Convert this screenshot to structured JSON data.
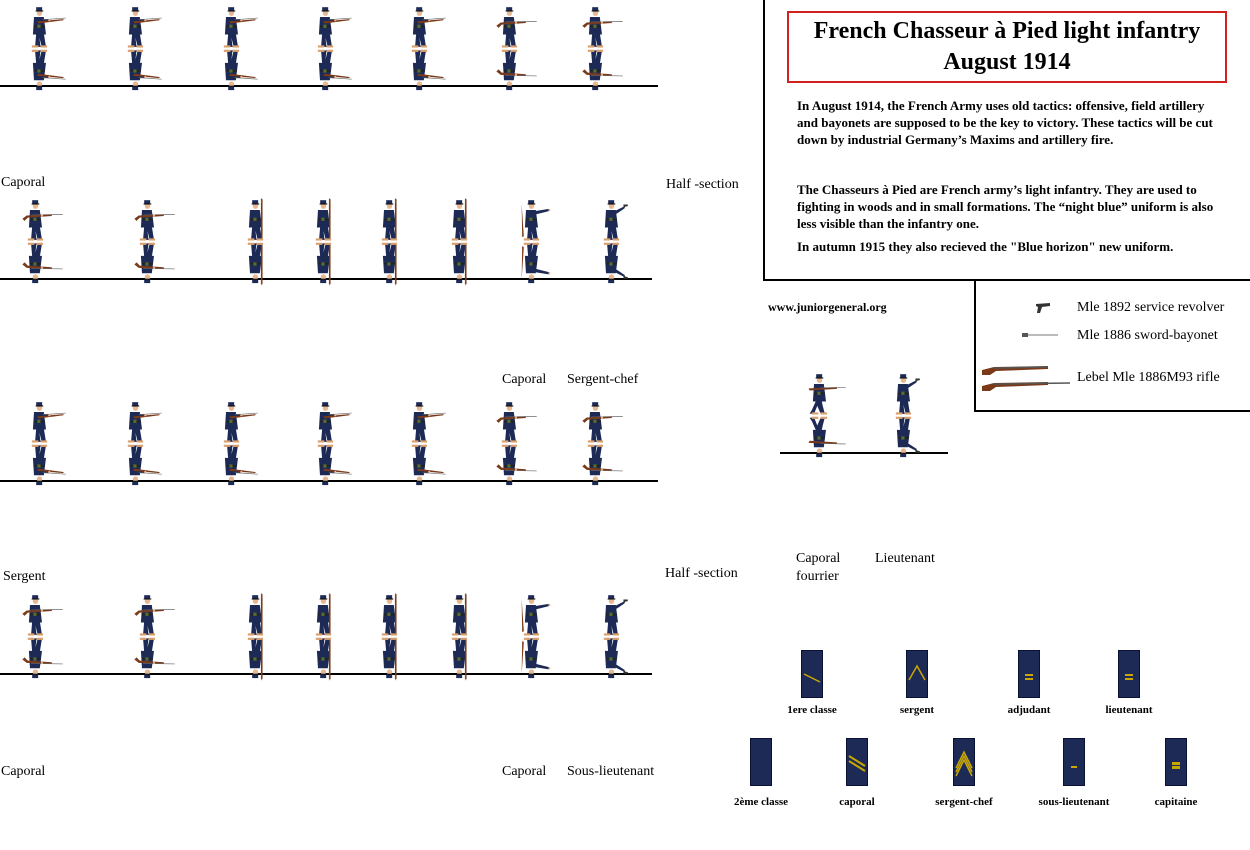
{
  "header": {
    "title_line1": "French Chasseur à Pied light infantry",
    "title_line2": "August 1914"
  },
  "paragraphs": {
    "p1": "In August 1914, the French Army uses old tactics: offensive, field artillery and bayonets are supposed to be the key to victory. These tactics will be cut down by industrial Germany’s Maxims and artillery fire.",
    "p2": "The Chasseurs à Pied are French army’s light infantry. They are used to fighting in woods and in small formations. The “night blue” uniform is also less visible than the infantry one.",
    "p3": "In autumn 1915 they also recieved the \"Blue horizon\" new uniform."
  },
  "website": "www.juniorgeneral.org",
  "legend": {
    "revolver": "Mle 1892 service revolver",
    "bayonet": "Mle 1886 sword-bayonet",
    "rifle": "Lebel Mle 1886M93 rifle"
  },
  "labels": {
    "caporal_1": "Caporal",
    "half_section_1": "Half -section",
    "caporal_2": "Caporal",
    "sergent_chef": "Sergent-chef",
    "sergent": "Sergent",
    "half_section_2": "Half -section",
    "caporal_3": "Caporal",
    "caporal_4": "Caporal",
    "sous_lieutenant": "Sous-lieutenant",
    "caporal_fourrier_1": "Caporal",
    "caporal_fourrier_2": "fourrier",
    "lieutenant": "Lieutenant"
  },
  "ranks": [
    {
      "label": "1ere classe",
      "mark": "diag"
    },
    {
      "label": "sergent",
      "mark": "chevron"
    },
    {
      "label": "adjudant",
      "mark": "bar"
    },
    {
      "label": "lieutenant",
      "mark": "bar"
    },
    {
      "label": "2ème classe",
      "mark": "none"
    },
    {
      "label": "caporal",
      "mark": "diag2"
    },
    {
      "label": "sergent-chef",
      "mark": "chevron3"
    },
    {
      "label": "sous-lieutenant",
      "mark": "dash"
    },
    {
      "label": "capitaine",
      "mark": "bar2"
    }
  ],
  "colors": {
    "uniform": "#1c2a55",
    "rifle": "#7a3a1a",
    "skin": "#e8b890",
    "title_border": "#d02020",
    "rank_gold": "#c8a800"
  }
}
